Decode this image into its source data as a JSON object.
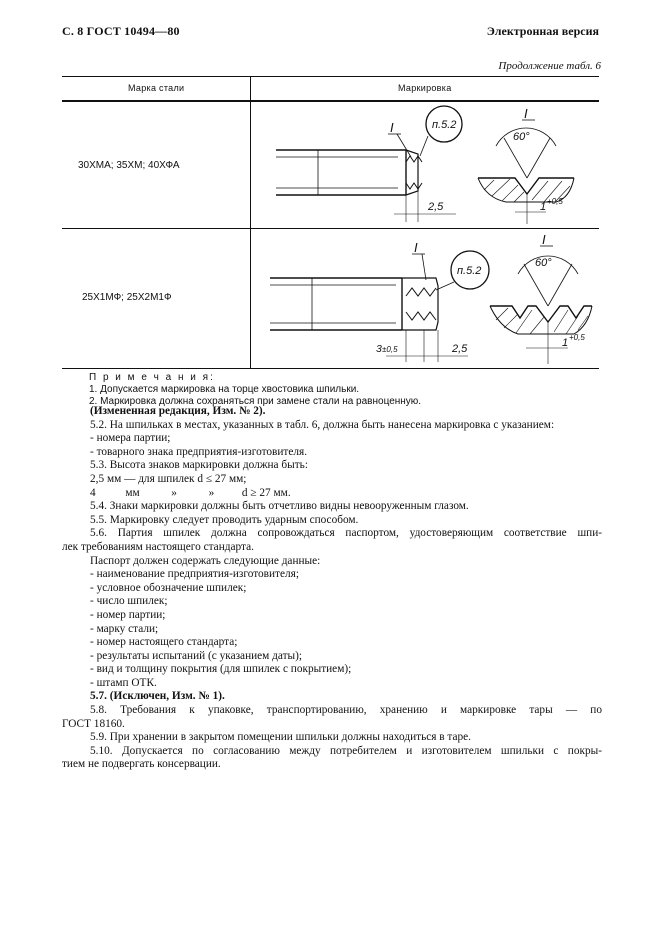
{
  "header": {
    "left": "С. 8 ГОСТ 10494—80",
    "right": "Электронная версия"
  },
  "continuation": "Продолжение табл. 6",
  "table": {
    "col1_header": "Марка стали",
    "col2_header": "Маркировка",
    "rows": [
      {
        "steel": "30ХМА; 35ХМ; 40ХФА",
        "labels": {
          "detail": "I",
          "ref": "п.5.2",
          "angle": "60°",
          "dim_a": "2,5",
          "dim_b": "1",
          "dim_b_tol": "+0,5"
        }
      },
      {
        "steel": "25Х1МФ; 25Х2М1Ф",
        "labels": {
          "detail": "I",
          "ref": "п.5.2",
          "angle": "60°",
          "dim_a": "2,5",
          "dim_c": "3",
          "dim_c_tol": "±0,5",
          "dim_b": "1",
          "dim_b_tol": "+0,5"
        }
      }
    ]
  },
  "notes": {
    "heading": "П р и м е ч а н и я:",
    "items": [
      "1. Допускается маркировка на торце хвостовика шпильки.",
      "2. Маркировка должна сохраняться при замене стали на равноценную."
    ]
  },
  "body": {
    "p1": "(Измененная редакция, Изм. № 2).",
    "p2": "5.2. На шпильках в местах, указанных в табл. 6, должна быть нанесена маркировка с указанием:",
    "p2_items": [
      "- номера партии;",
      "- товарного знака предприятия-изготовителя."
    ],
    "p3": "5.3. Высота знаков маркировки должна быть:",
    "p3_line1": "2,5 мм — для шпилек d ≤ 27 мм;",
    "p3_line2_a": "4",
    "p3_line2_b": "мм",
    "p3_line2_c": "»",
    "p3_line2_d": "»",
    "p3_line2_e": "d ≥ 27 мм.",
    "p4": "5.4. Знаки маркировки должны быть отчетливо видны невооруженным глазом.",
    "p5": "5.5. Маркировку следует проводить ударным способом.",
    "p6_line1": "5.6. Партия шпилек должна сопровождаться паспортом, удостоверяющим соответствие шпи-",
    "p6_line2": "лек требованиям настоящего стандарта.",
    "p7": "Паспорт должен содержать следующие данные:",
    "p7_items": [
      "- наименование предприятия-изготовителя;",
      "- условное обозначение шпилек;",
      "- число шпилек;",
      "- номер партии;",
      "- марку стали;",
      "- номер настоящего стандарта;",
      "- результаты испытаний (с указанием даты);",
      "- вид и толщину покрытия (для шпилек с покрытием);",
      "- штамп ОТК."
    ],
    "p8": "5.7. (Исключен, Изм. № 1).",
    "p9_line1": "5.8. Требования  к упаковке, транспортированию, хранению и маркировке тары — по",
    "p9_line2": "ГОСТ 18160.",
    "p10": "5.9. При хранении в закрытом помещении шпильки должны находиться в таре.",
    "p11_line1": "5.10. Допускается по согласованию между потребителем и изготовителем шпильки с покры-",
    "p11_line2": "тием не подвергать консервации."
  }
}
